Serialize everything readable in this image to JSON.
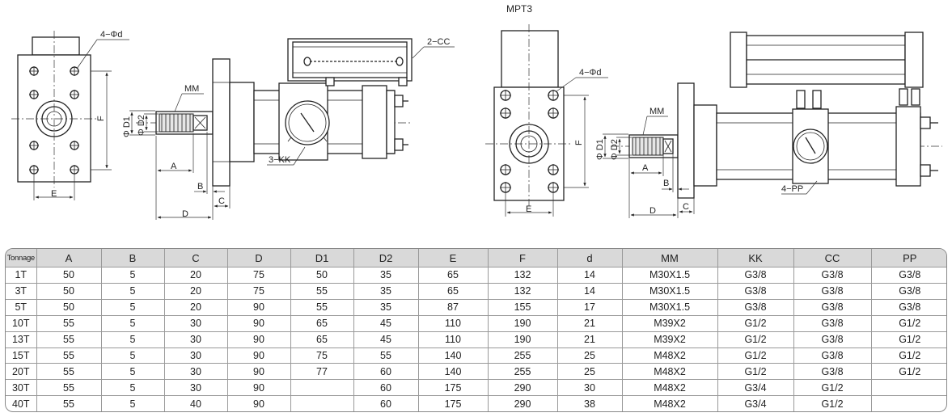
{
  "model_title": "MPT3",
  "drawing_labels": {
    "hole_d": "4−Φd",
    "cc": "2−CC",
    "kk": "3−KK",
    "pp": "4−PP",
    "mm": "MM",
    "d1": "Φ D1",
    "d2": "Φ D2",
    "a": "A",
    "b": "B",
    "c": "C",
    "d": "D",
    "e": "E",
    "f": "F"
  },
  "table": {
    "headers": [
      "Tonnage",
      "A",
      "B",
      "C",
      "D",
      "D1",
      "D2",
      "E",
      "F",
      "d",
      "MM",
      "KK",
      "CC",
      "PP"
    ],
    "rows": [
      [
        "1T",
        "50",
        "5",
        "20",
        "75",
        "50",
        "35",
        "65",
        "132",
        "14",
        "M30X1.5",
        "G3/8",
        "G3/8",
        "G3/8"
      ],
      [
        "3T",
        "50",
        "5",
        "20",
        "75",
        "55",
        "35",
        "65",
        "132",
        "14",
        "M30X1.5",
        "G3/8",
        "G3/8",
        "G3/8"
      ],
      [
        "5T",
        "50",
        "5",
        "20",
        "90",
        "55",
        "35",
        "87",
        "155",
        "17",
        "M30X1.5",
        "G3/8",
        "G3/8",
        "G3/8"
      ],
      [
        "10T",
        "55",
        "5",
        "30",
        "90",
        "65",
        "45",
        "110",
        "190",
        "21",
        "M39X2",
        "G1/2",
        "G3/8",
        "G1/2"
      ],
      [
        "13T",
        "55",
        "5",
        "30",
        "90",
        "65",
        "45",
        "110",
        "190",
        "21",
        "M39X2",
        "G1/2",
        "G3/8",
        "G1/2"
      ],
      [
        "15T",
        "55",
        "5",
        "30",
        "90",
        "75",
        "55",
        "140",
        "255",
        "25",
        "M48X2",
        "G1/2",
        "G3/8",
        "G1/2"
      ],
      [
        "20T",
        "55",
        "5",
        "30",
        "90",
        "77",
        "60",
        "140",
        "255",
        "25",
        "M48X2",
        "G1/2",
        "G3/8",
        "G1/2"
      ],
      [
        "30T",
        "55",
        "5",
        "30",
        "90",
        "",
        "60",
        "175",
        "290",
        "30",
        "M48X2",
        "G3/4",
        "G1/2",
        ""
      ],
      [
        "40T",
        "55",
        "5",
        "40",
        "90",
        "",
        "60",
        "175",
        "290",
        "38",
        "M48X2",
        "G3/4",
        "G1/2",
        ""
      ]
    ]
  }
}
